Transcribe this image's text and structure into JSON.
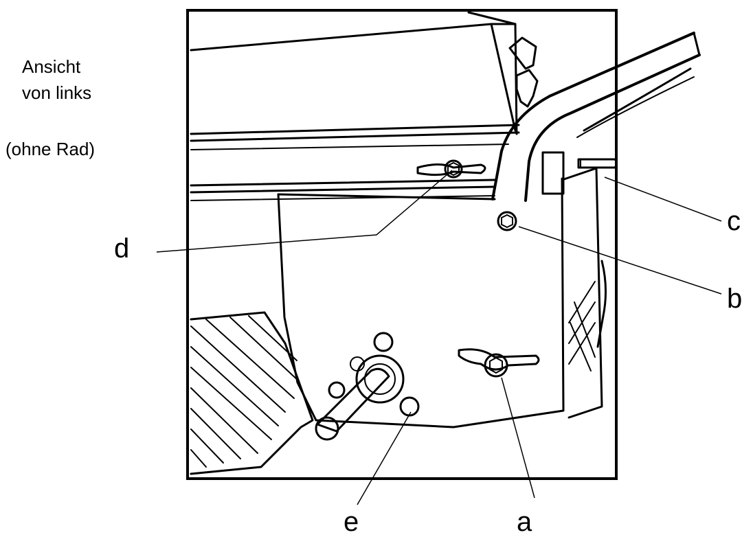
{
  "captions": {
    "line1": "Ansicht",
    "line2": "von links",
    "line3": "(ohne Rad)"
  },
  "callouts": {
    "a": "a",
    "b": "b",
    "c": "c",
    "d": "d",
    "e": "e"
  },
  "colors": {
    "ink": "#000000",
    "background": "#ffffff"
  }
}
